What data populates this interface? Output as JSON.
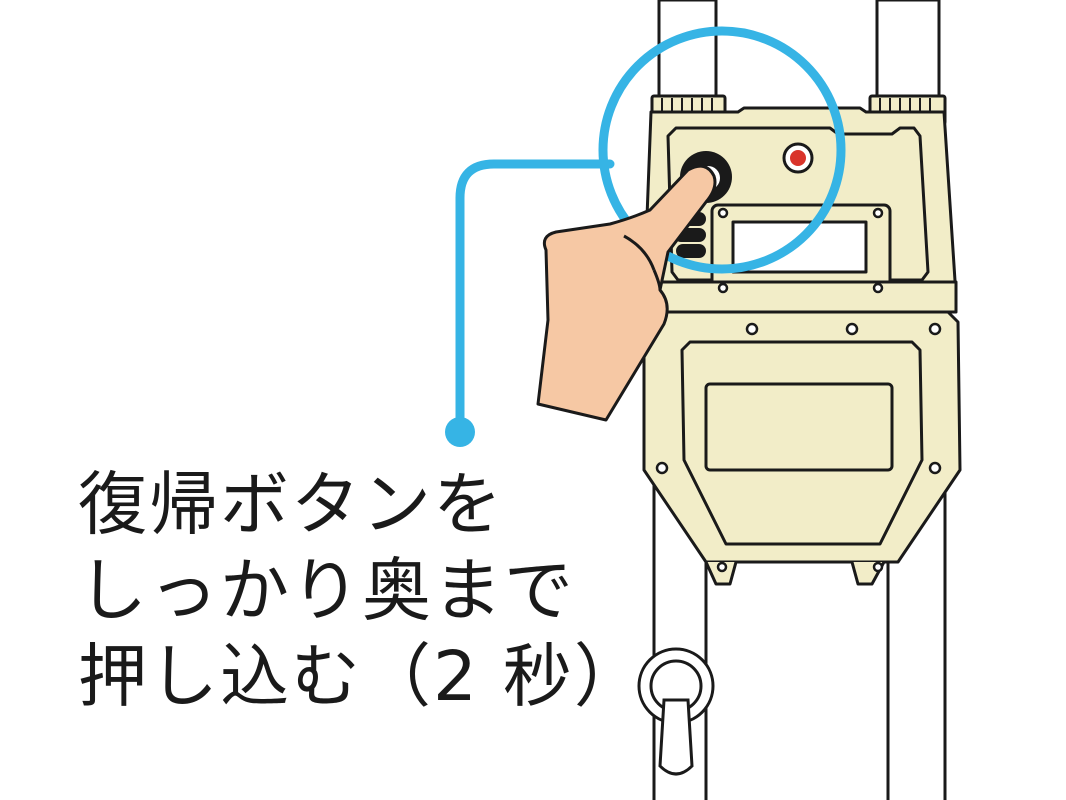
{
  "instruction": {
    "line1": "復帰ボタンを",
    "line2": "しっかり奥まで",
    "line3": "押し込む（2 秒）"
  },
  "colors": {
    "meter_body": "#f2edc8",
    "outline": "#1a1a1a",
    "callout": "#36b4e5",
    "skin": "#f6c8a4",
    "indicator_lamp": "#d9342b"
  },
  "icons": {
    "meter": "gas-meter-icon",
    "hand": "pointing-hand-icon",
    "button": "reset-button-icon",
    "callout": "magnify-callout-icon"
  }
}
